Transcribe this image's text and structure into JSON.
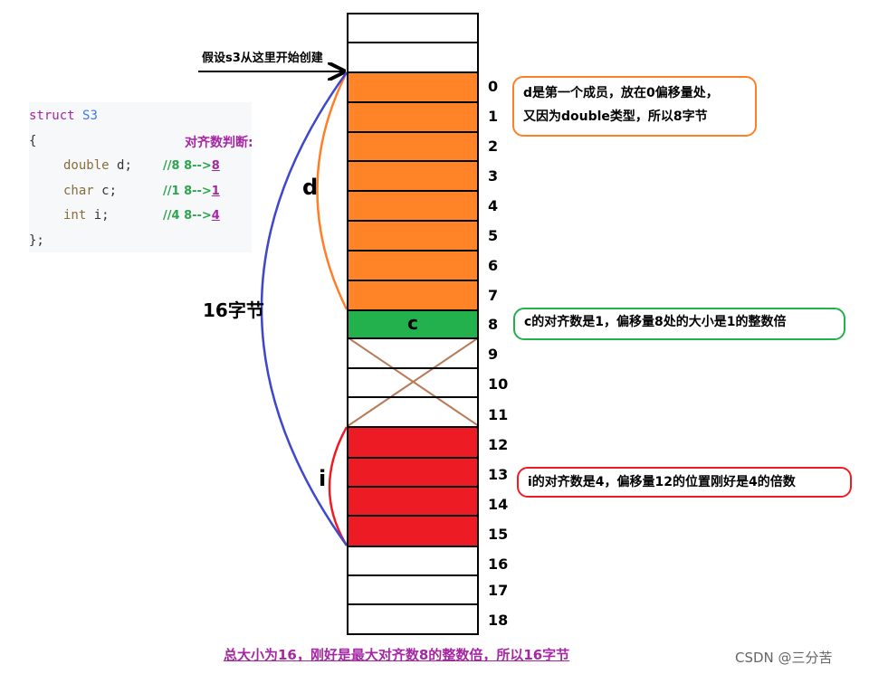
{
  "start_label": "假设s3从这里开始创建",
  "code": {
    "line1_kw": "struct",
    "line1_name": "S3",
    "line2": "{",
    "m1_type": "double",
    "m1_name": "d;",
    "m2_type": "char",
    "m2_name": "c;",
    "m3_type": "int",
    "m3_name": "i;",
    "line6": "};",
    "align_title": "对齐数判断:",
    "c1_prefix": "//8 8-->",
    "c1_val": "8",
    "c2_prefix": "//1 8-->",
    "c2_val": "1",
    "c3_prefix": "//4 8-->",
    "c3_val": "4"
  },
  "offsets": [
    "0",
    "1",
    "2",
    "3",
    "4",
    "5",
    "6",
    "7",
    "8",
    "9",
    "10",
    "11",
    "12",
    "13",
    "14",
    "15",
    "16",
    "17",
    "18"
  ],
  "cell_c_label": "c",
  "label_d": "d",
  "label_i": "i",
  "label_total": "16字节",
  "notes": {
    "d_line1": "d是第一个成员，放在0偏移量处，",
    "d_line2": "又因为double类型，所以8字节",
    "c": "c的对齐数是1，偏移量8处的大小是1的整数倍",
    "i": "i的对齐数是4，偏移量12的位置刚好是4的倍数"
  },
  "summary": "总大小为16，刚好是最大对齐数8的整数倍，所以16字节",
  "watermark": "CSDN @三分苦",
  "colors": {
    "d_fill": "#ff8427",
    "c_fill": "#22b14c",
    "i_fill": "#ed1c24",
    "orange_border": "#ff7f27",
    "green_border": "#22b14c",
    "red_border": "#ed1c24",
    "blue_arc": "#3f48cc",
    "cross": "#b97a57",
    "summary": "#a626a4"
  }
}
